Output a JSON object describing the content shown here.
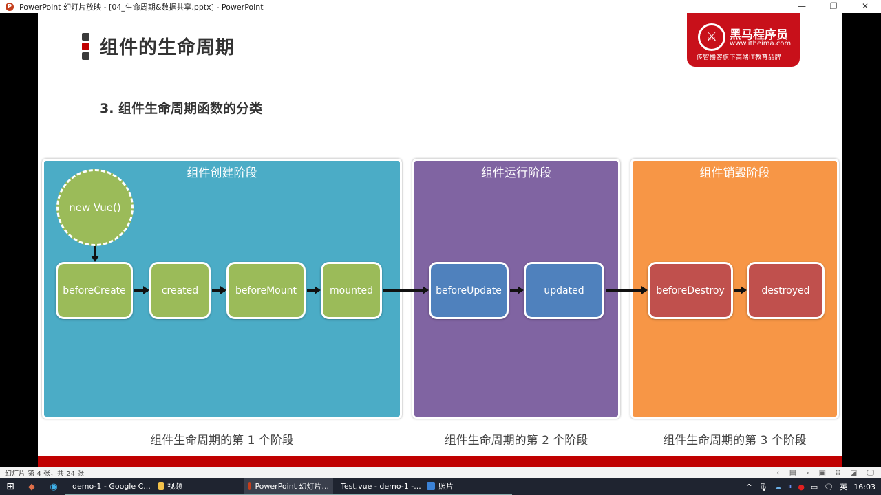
{
  "window": {
    "title": "PowerPoint 幻灯片放映 - [04_生命周期&数据共享.pptx] - PowerPoint",
    "app_icon": "P",
    "controls": {
      "minimize": "—",
      "restore": "❐",
      "close": "✕"
    }
  },
  "slide": {
    "title": "组件的生命周期",
    "subtitle": "3. 组件生命周期函数的分类",
    "logo": {
      "brand": "黑马程序员",
      "url": "www.itheima.com",
      "slogan": "传智播客旗下高端IT教育品牌",
      "emblem": "⚔"
    },
    "colors": {
      "phase1": "#4bacc6",
      "phase2": "#8064a2",
      "phase3": "#f79646",
      "node_green": "#9bbb59",
      "node_blue": "#4f81bd",
      "node_red": "#c0504d",
      "accent_red": "#c00000"
    },
    "phases": [
      {
        "title": "组件创建阶段",
        "caption": "组件生命周期的第 1 个阶段"
      },
      {
        "title": "组件运行阶段",
        "caption": "组件生命周期的第 2 个阶段"
      },
      {
        "title": "组件销毁阶段",
        "caption": "组件生命周期的第 3 个阶段"
      }
    ],
    "start_node": "new Vue()",
    "nodes": [
      "beforeCreate",
      "created",
      "beforeMount",
      "mounted",
      "beforeUpdate",
      "updated",
      "beforeDestroy",
      "destroyed"
    ]
  },
  "statusbar": {
    "slide_info": "幻灯片 第 4 张，共 24 张",
    "icons": [
      "‹",
      "▤",
      "›",
      "▣",
      "⁞⁞",
      "◪",
      "🖵"
    ]
  },
  "taskbar": {
    "apps": [
      {
        "label": "demo-1 - Google C...",
        "icon": "chrome-icon",
        "active": false
      },
      {
        "label": "视频",
        "icon": "folder-icon",
        "active": false
      },
      {
        "label": "PowerPoint 幻灯片...",
        "icon": "powerpoint-icon",
        "active": true
      },
      {
        "label": "Test.vue - demo-1 -...",
        "icon": "vscode-icon",
        "active": false
      },
      {
        "label": "照片",
        "icon": "photos-icon",
        "active": false
      }
    ],
    "tray": {
      "ime": "英",
      "time": "16:03"
    }
  }
}
